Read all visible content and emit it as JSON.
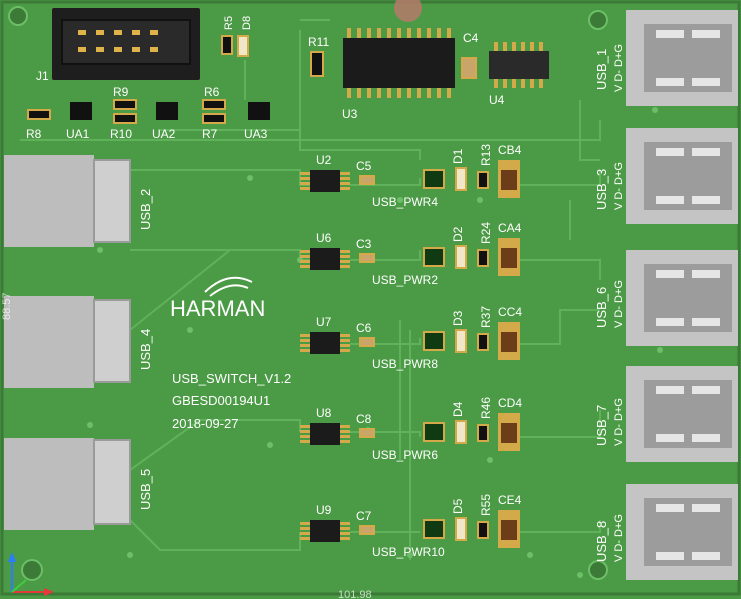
{
  "board": {
    "logo_text": "HARMAN",
    "title_lines": [
      "USB_SWITCH_V1.2",
      "GBESD00194U1",
      "2018-09-27"
    ],
    "left_dimension": "88.57",
    "bottom_dimension": "101.98",
    "colors": {
      "pcb": "#4b9a45",
      "pcb_edge": "#3c7a37",
      "trace": "#5fb15a",
      "pad": "#d4a94a",
      "ic_body": "#1b1b1b",
      "connector_metal": "#c9c9c9",
      "silkscreen": "#ffffff"
    }
  },
  "usb_b_ports": [
    {
      "label": "USB_2"
    },
    {
      "label": "USB_4"
    },
    {
      "label": "USB_5"
    }
  ],
  "usb_a_ports": [
    {
      "label": "USB_1",
      "pins": "V D- D+G"
    },
    {
      "label": "USB_3",
      "pins": "V D- D+G"
    },
    {
      "label": "USB_6",
      "pins": "V D- D+G"
    },
    {
      "label": "USB_7",
      "pins": "V D- D+G"
    },
    {
      "label": "USB_8",
      "pins": "V D- D+G"
    }
  ],
  "top_components": {
    "header_label": "J1",
    "r5": "R5",
    "d8": "D8",
    "r11": "R11",
    "u3": "U3",
    "c4": "C4",
    "u4": "U4",
    "r8": "R8",
    "ua1": "UA1",
    "r9": "R9",
    "r10": "R10",
    "ua2": "UA2",
    "r6": "R6",
    "r7": "R7",
    "ua3": "UA3"
  },
  "channels": [
    {
      "u": "U2",
      "c": "C5",
      "d": "D1",
      "r": "R13",
      "cb": "CB4",
      "pwr": "USB_PWR4"
    },
    {
      "u": "U6",
      "c": "C3",
      "d": "D2",
      "r": "R24",
      "cb": "CA4",
      "pwr": "USB_PWR2"
    },
    {
      "u": "U7",
      "c": "C6",
      "d": "D3",
      "r": "R37",
      "cb": "CC4",
      "pwr": "USB_PWR8"
    },
    {
      "u": "U8",
      "c": "C8",
      "d": "D4",
      "r": "R46",
      "cb": "CD4",
      "pwr": "USB_PWR6"
    },
    {
      "u": "U9",
      "c": "C7",
      "d": "D5",
      "r": "R55",
      "cb": "CE4",
      "pwr": "USB_PWR10"
    }
  ]
}
